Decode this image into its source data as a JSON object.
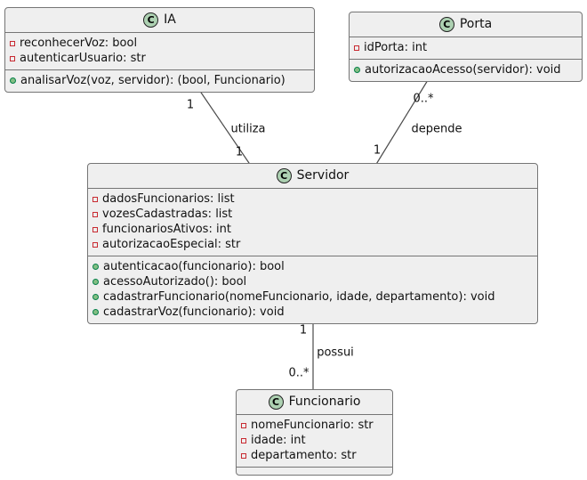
{
  "colors": {
    "page_bg": "#ffffff",
    "box_fill": "#efefef",
    "box_border": "#757575",
    "text": "#111111",
    "line": "#4a4a4a",
    "class_icon_fill": "#add1b2",
    "class_icon_border": "#222222",
    "field_icon": "#c82930",
    "method_icon_fill": "#84be84",
    "method_icon_border": "#038048"
  },
  "classes": [
    {
      "name": "IA",
      "icon_letter": "C",
      "attributes": [
        "reconhecerVoz: bool",
        "autenticarUsuario: str"
      ],
      "methods": [
        "analisarVoz(voz, servidor): (bool, Funcionario)"
      ]
    },
    {
      "name": "Porta",
      "icon_letter": "C",
      "attributes": [
        "idPorta: int"
      ],
      "methods": [
        "autorizacaoAcesso(servidor): void"
      ]
    },
    {
      "name": "Servidor",
      "icon_letter": "C",
      "attributes": [
        "dadosFuncionarios: list",
        "vozesCadastradas: list",
        "funcionariosAtivos: int",
        "autorizacaoEspecial: str"
      ],
      "methods": [
        "autenticacao(funcionario): bool",
        "acessoAutorizado(): bool",
        "cadastrarFuncionario(nomeFuncionario, idade, departamento): void",
        "cadastrarVoz(funcionario): void"
      ]
    },
    {
      "name": "Funcionario",
      "icon_letter": "C",
      "attributes": [
        "nomeFuncionario: str",
        "idade: int",
        "departamento: str"
      ],
      "methods": []
    }
  ],
  "relations": [
    {
      "label": "utiliza",
      "source": "IA",
      "target": "Servidor",
      "source_cardinality": "1",
      "target_cardinality": "1"
    },
    {
      "label": "depende",
      "source": "Porta",
      "target": "Servidor",
      "source_cardinality": "0..*",
      "target_cardinality": "1"
    },
    {
      "label": "possui",
      "source": "Servidor",
      "target": "Funcionario",
      "source_cardinality": "1",
      "target_cardinality": "0..*"
    }
  ]
}
